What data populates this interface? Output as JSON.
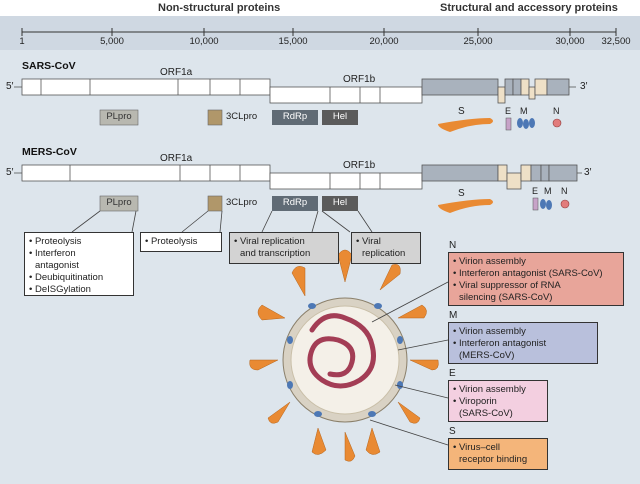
{
  "headers": {
    "nonstructural": "Non-structural proteins",
    "structural": "Structural and accessory proteins"
  },
  "ruler": {
    "ticks": [
      "1",
      "5,000",
      "10,000",
      "15,000",
      "20,000",
      "25,000",
      "30,000",
      "32,500"
    ]
  },
  "sars": {
    "name": "SARS-CoV",
    "five": "5′",
    "three": "3′",
    "orf1a": "ORF1a",
    "orf1b": "ORF1b",
    "plpro": "PLpro",
    "clpro": "3CLpro",
    "rdrp": "RdRp",
    "hel": "Hel",
    "s": "S",
    "e": "E",
    "m": "M",
    "n": "N"
  },
  "mers": {
    "name": "MERS-CoV",
    "five": "5′",
    "three": "3′",
    "orf1a": "ORF1a",
    "orf1b": "ORF1b",
    "plpro": "PLpro",
    "clpro": "3CLpro",
    "rdrp": "RdRp",
    "hel": "Hel",
    "s": "S",
    "e": "E",
    "m": "M",
    "n": "N"
  },
  "functions": {
    "plpro": [
      "• Proteolysis",
      "• Interferon",
      "  antagonist",
      "• Deubiquitination",
      "• DeISGylation"
    ],
    "clpro": [
      "• Proteolysis"
    ],
    "rdrp": [
      "• Viral replication",
      "  and transcription"
    ],
    "hel": [
      "• Viral",
      "  replication"
    ]
  },
  "structural": {
    "n": {
      "letter": "N",
      "lines": [
        "• Virion assembly",
        "• Interferon antagonist (SARS-CoV)",
        "• Viral suppressor of RNA",
        "  silencing (SARS-CoV)"
      ]
    },
    "m": {
      "letter": "M",
      "lines": [
        "• Virion assembly",
        "• Interferon antagonist",
        "  (MERS-CoV)"
      ]
    },
    "e": {
      "letter": "E",
      "lines": [
        "• Virion assembly",
        "• Viroporin",
        "  (SARS-CoV)"
      ]
    },
    "s": {
      "letter": "S",
      "lines": [
        "• Virus–cell",
        "  receptor binding"
      ]
    }
  },
  "colors": {
    "n_box": "#e8a59a",
    "m_box": "#b9c0dc",
    "e_box": "#f3cfe0",
    "s_box": "#f4b57a",
    "spike": "#e98a33",
    "membrane": "#d9d2c4",
    "rna": "#a33d55"
  }
}
